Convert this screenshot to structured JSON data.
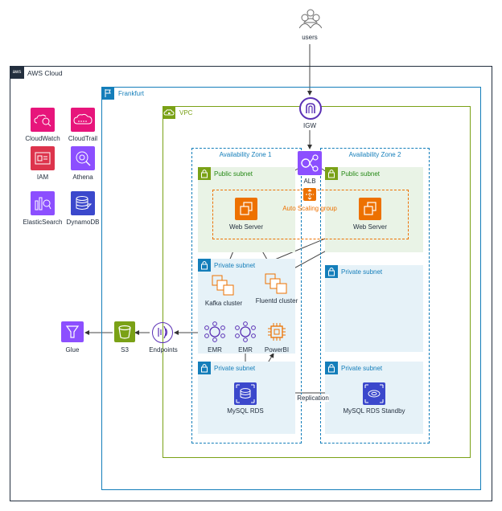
{
  "users": {
    "label": "users"
  },
  "aws_cloud": {
    "label": "AWS Cloud",
    "badge": "aws"
  },
  "region": {
    "label": "Frankfurt"
  },
  "vpc": {
    "label": "VPC"
  },
  "igw": {
    "label": "IGW"
  },
  "alb": {
    "label": "ALB"
  },
  "az1": {
    "label": "Availability Zone 1"
  },
  "az2": {
    "label": "Availability Zone 2"
  },
  "public_subnet_1": {
    "label": "Public subnet"
  },
  "public_subnet_2": {
    "label": "Public subnet"
  },
  "private_subnet_1a": {
    "label": "Private subnet"
  },
  "private_subnet_2a": {
    "label": "Private subnet"
  },
  "private_subnet_1b": {
    "label": "Private subnet"
  },
  "private_subnet_2b": {
    "label": "Private subnet"
  },
  "asg": {
    "label": "Auto Scaling group"
  },
  "web_server_1": {
    "label": "Web Server"
  },
  "web_server_2": {
    "label": "Web Server"
  },
  "kafka": {
    "label": "Kafka cluster"
  },
  "fluentd": {
    "label": "Fluentd cluster"
  },
  "emr_1": {
    "label": "EMR"
  },
  "emr_2": {
    "label": "EMR"
  },
  "powerbi": {
    "label": "PowerBI"
  },
  "endpoints": {
    "label": "Endpoints"
  },
  "s3": {
    "label": "S3"
  },
  "glue": {
    "label": "Glue"
  },
  "mysql": {
    "label": "MySQL RDS"
  },
  "mysql_standby": {
    "label": "MySQL RDS Standby"
  },
  "replication": {
    "label": "Replication"
  },
  "services": [
    {
      "label": "CloudWatch",
      "icon": "cloudwatch-icon",
      "color": "#e7157b"
    },
    {
      "label": "CloudTrail",
      "icon": "cloudtrail-icon",
      "color": "#e7157b"
    },
    {
      "label": "IAM",
      "icon": "iam-icon",
      "color": "#dd344c"
    },
    {
      "label": "Athena",
      "icon": "athena-icon",
      "color": "#8c4fff"
    },
    {
      "label": "ElasticSearch",
      "icon": "elasticsearch-icon",
      "color": "#8c4fff"
    },
    {
      "label": "DynamoDB",
      "icon": "dynamodb-icon",
      "color": "#3b48cc"
    }
  ],
  "colors": {
    "region": "#147eba",
    "vpc": "#7aa116",
    "public_subnet_bg": "#e9f3e6",
    "private_subnet_bg": "#e6f2f8",
    "compute": "#ed7100",
    "analytics": "#8c4fff",
    "database": "#3b48cc",
    "storage": "#7aa116",
    "network": "#5a30b5"
  }
}
